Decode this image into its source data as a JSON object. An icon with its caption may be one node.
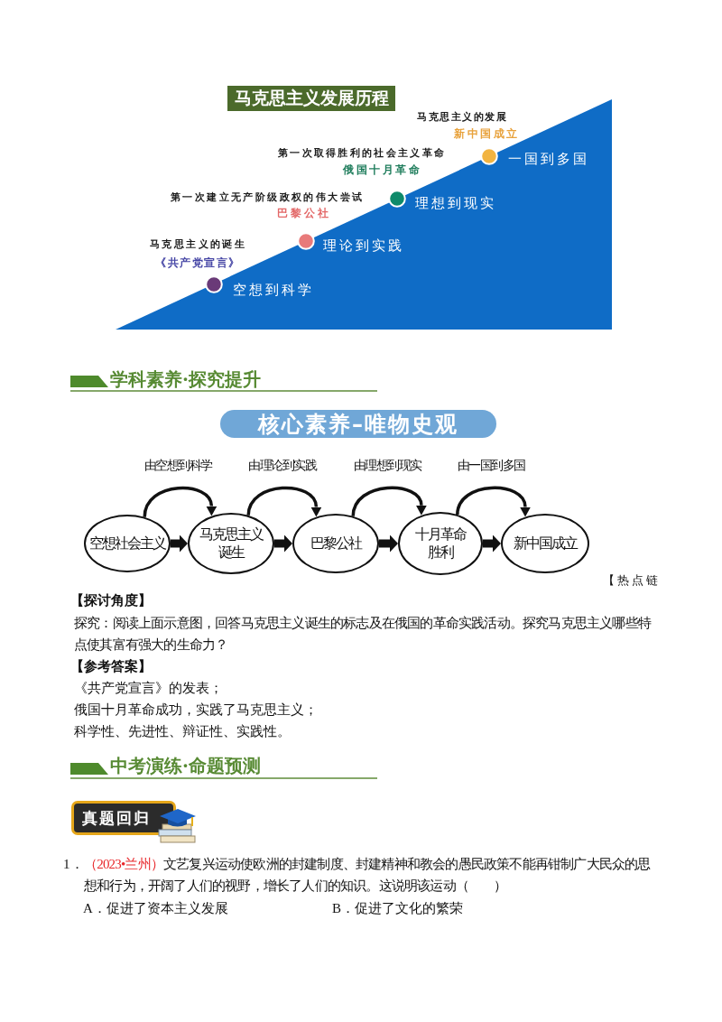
{
  "diagram": {
    "nodes": [
      {
        "text": [
          "马克思主义发展历程"
        ]
      },
      {
        "text": [
          "一国到多国",
          "理想到现实",
          "理论到实践",
          "空想到科学"
        ]
      },
      {
        "text": [
          "核心素养–唯物史观"
        ]
      },
      {
        "text": [
          "空想社会主义"
        ]
      },
      {
        "text": [
          "马克思主义诞生"
        ]
      },
      {
        "text": [
          "巴黎公社"
        ]
      },
      {
        "text": [
          "十月革命胜利"
        ]
      },
      {
        "text": [
          "新中国成立"
        ]
      },
      {
        "text": [
          "真题回归"
        ]
      }
    ],
    "edges": [
      {
        "from": 3,
        "to": 4,
        "arrow": "to",
        "label": "由空想到科学"
      },
      {
        "from": 4,
        "to": 5,
        "arrow": "to",
        "label": "由理论到实践"
      },
      {
        "from": 5,
        "to": 6,
        "arrow": "to",
        "label": "由理想到现实"
      },
      {
        "from": 6,
        "to": 7,
        "arrow": "to",
        "label": "由一国到多国"
      },
      {
        "from": 3,
        "to": 4,
        "arrow": "to",
        "style": "thick"
      },
      {
        "from": 4,
        "to": 5,
        "arrow": "to",
        "style": "thick"
      },
      {
        "from": 5,
        "to": 6,
        "arrow": "to",
        "style": "thick"
      },
      {
        "from": 6,
        "to": 7,
        "arrow": "to",
        "style": "thick"
      }
    ],
    "labels": [
      "马克思主义的发展",
      "新中国成立",
      "第一次取得胜利的社会主义革命",
      "俄国十月革命",
      "第一次建立无产阶级政权的伟大尝试",
      "巴黎公社",
      "马克思主义的诞生",
      "《共产党宣言》",
      "学科素养·探究提升",
      "【热点链",
      "【探讨角度】",
      "探究：阅读上面示意图，回答马克思主义诞生的标志及在俄国的革命实践活动。探究马克思主义哪些特点使其富有强大的生命力？",
      "【参考答案】",
      "《共产党宣言》的发表；",
      "俄国十月革命成功，实践了马克思主义；",
      "科学性、先进性、辩证性、实践性。",
      "中考演练·命题预测",
      "1．",
      "（2023•兰州）",
      "文艺复兴运动使欧洲的封建制度、封建精神和教会的愚民政策不能再钳制广大民众的思想和行为，开阔了人们的视野，增长了人们的知识。这说明该运动（　　）",
      "A．促进了资本主义发展",
      "B．促进了文化的繁荣"
    ]
  }
}
